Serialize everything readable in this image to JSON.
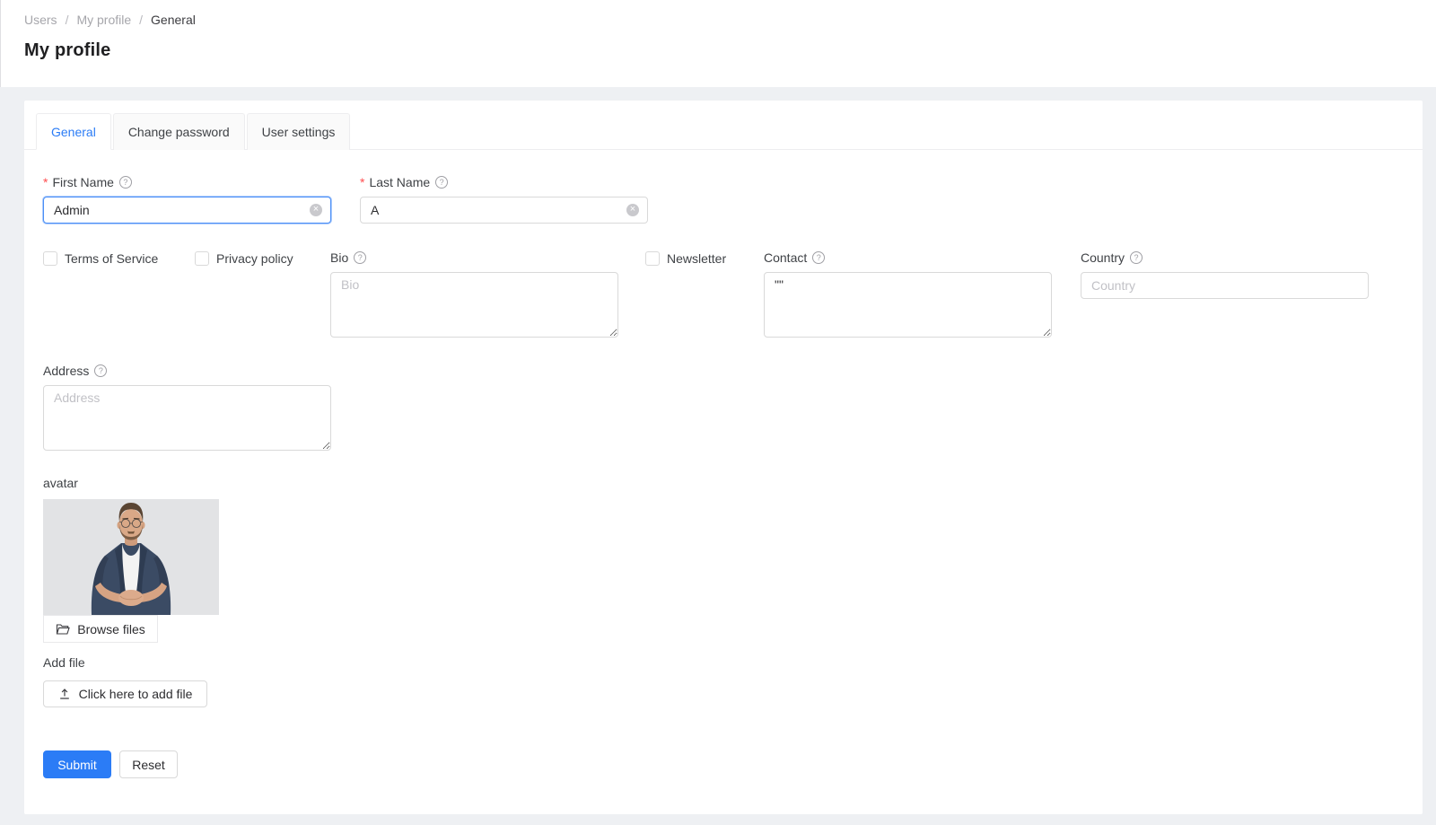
{
  "breadcrumb": {
    "separator": "/",
    "items": [
      {
        "label": "Users"
      },
      {
        "label": "My profile"
      },
      {
        "label": "General"
      }
    ]
  },
  "page": {
    "title": "My profile"
  },
  "tabs": [
    {
      "label": "General",
      "active": true
    },
    {
      "label": "Change password",
      "active": false
    },
    {
      "label": "User settings",
      "active": false
    }
  ],
  "form": {
    "first_name": {
      "label": "First Name",
      "required": true,
      "value": "Admin"
    },
    "last_name": {
      "label": "Last Name",
      "required": true,
      "value": "A"
    },
    "terms": {
      "label": "Terms of Service",
      "checked": false
    },
    "privacy": {
      "label": "Privacy policy",
      "checked": false
    },
    "bio": {
      "label": "Bio",
      "placeholder": "Bio",
      "value": ""
    },
    "newsletter": {
      "label": "Newsletter",
      "checked": false
    },
    "contact": {
      "label": "Contact",
      "value": "\"\""
    },
    "country": {
      "label": "Country",
      "placeholder": "Country",
      "value": ""
    },
    "address": {
      "label": "Address",
      "placeholder": "Address",
      "value": ""
    },
    "avatar": {
      "label": "avatar",
      "browse_label": "Browse files"
    },
    "add_file": {
      "label": "Add file",
      "button_label": "Click here to add file"
    },
    "actions": {
      "submit": "Submit",
      "reset": "Reset"
    }
  },
  "icons": {
    "help": "question-circle",
    "clear": "close-circle",
    "folder": "folder-open",
    "upload": "upload"
  },
  "colors": {
    "primary": "#2b7cf6",
    "danger": "#ff4d4f",
    "page_bg": "#eef0f3",
    "border": "#d9d9d9"
  }
}
